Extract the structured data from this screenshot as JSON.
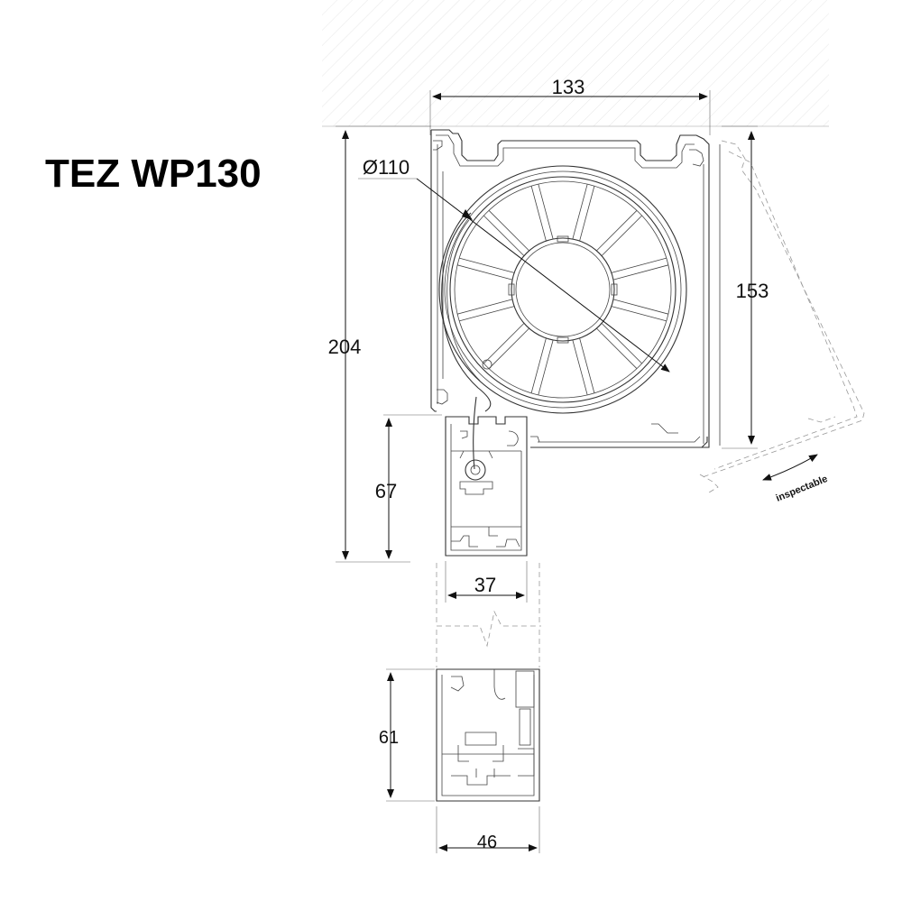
{
  "title": "TEZ WP130",
  "dimensions": {
    "width_box": "133",
    "height_total": "204",
    "height_box": "153",
    "roller_diameter": "Ø110",
    "guide_height": "67",
    "guide_width": "37",
    "bottom_height": "61",
    "bottom_width": "46"
  },
  "labels": {
    "inspectable": "inspectable"
  }
}
